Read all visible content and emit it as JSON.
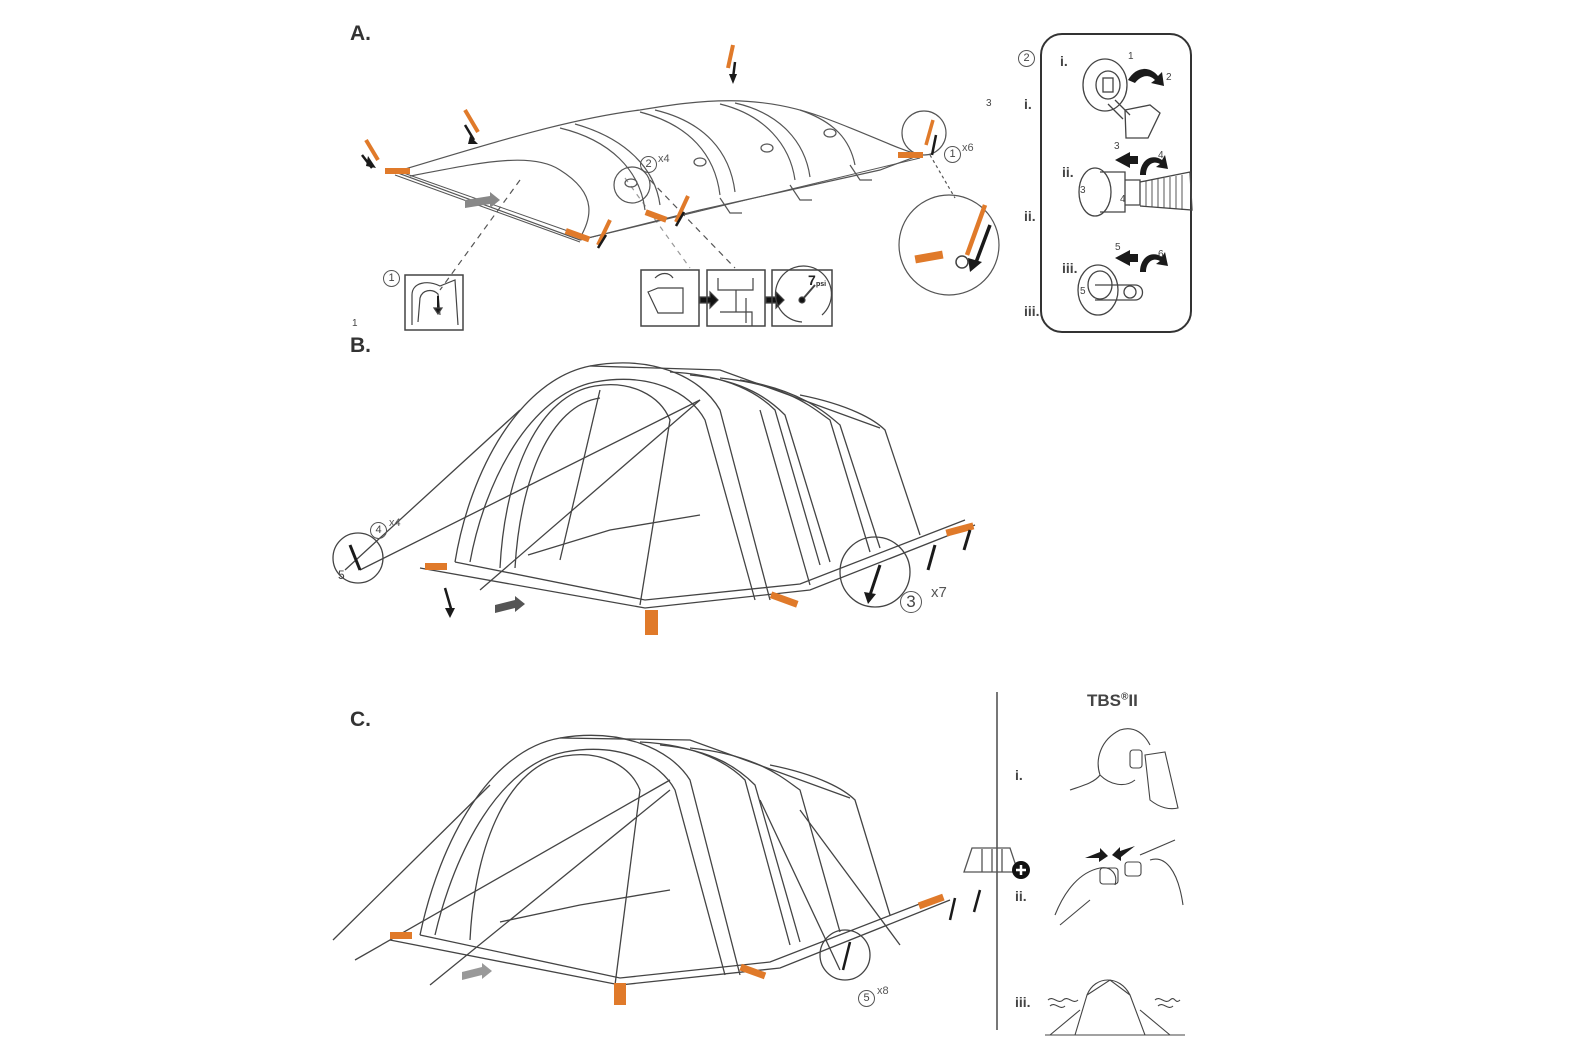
{
  "sections": {
    "a": {
      "label": "A."
    },
    "b": {
      "label": "B."
    },
    "c": {
      "label": "C."
    }
  },
  "panel_a": {
    "callout_1": "1",
    "callout_2": "2",
    "callout_1_mult": "x6",
    "callout_2_mult": "x4",
    "inset_callout": "1",
    "stray_1": "1",
    "stray_3": "3",
    "pressure_value": "7",
    "pressure_unit": "psi"
  },
  "valve_panel": {
    "callout": "2",
    "outer_steps": [
      "i.",
      "ii.",
      "iii."
    ],
    "inner_steps": [
      "i.",
      "ii.",
      "iii."
    ],
    "step_numbers": [
      "1",
      "2",
      "3",
      "4",
      "4",
      "3",
      "5",
      "6",
      "5"
    ]
  },
  "panel_b": {
    "callout_4": "4",
    "callout_4_mult": "x4",
    "callout_3": "3",
    "callout_3_mult": "x7",
    "stray_5": "5"
  },
  "panel_c": {
    "callout_5": "5",
    "callout_5_mult": "x8"
  },
  "tbs_panel": {
    "title": "TBS",
    "title_sup": "®",
    "title_suffix": "II",
    "steps": [
      "i.",
      "ii.",
      "iii."
    ]
  },
  "colors": {
    "accent_orange": "#e07a2a",
    "line": "#444444",
    "arrow": "#1a1a1a"
  }
}
